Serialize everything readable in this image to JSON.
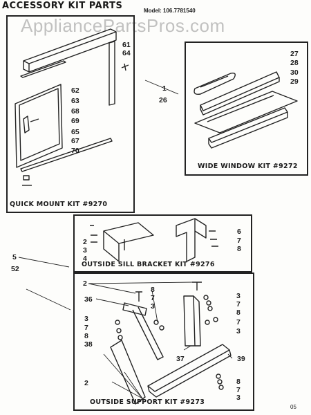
{
  "header": {
    "title": "ACCESSORY KIT PARTS",
    "model": "Model: 106.7781540",
    "watermark": "AppliancePartsPros.com"
  },
  "kits": {
    "quick_mount": "QUICK MOUNT KIT #9270",
    "wide_window": "WIDE WINDOW KIT #9272",
    "sill_bracket": "OUTSIDE SILL BRACKET KIT #9276",
    "support": "OUTSIDE SUPPORT KIT #9273"
  },
  "callouts": {
    "quick_mount": [
      "61",
      "64",
      "62",
      "63",
      "68",
      "69",
      "65",
      "67",
      "70"
    ],
    "wide_window": [
      "27",
      "28",
      "30",
      "29"
    ],
    "external": [
      "1",
      "26",
      "5",
      "52"
    ],
    "sill_bracket": [
      "2",
      "3",
      "4",
      "6",
      "7",
      "8"
    ],
    "support": [
      "2",
      "36",
      "3",
      "7",
      "8",
      "38",
      "8",
      "7",
      "3",
      "3",
      "7",
      "8",
      "7",
      "3",
      "37",
      "39",
      "2",
      "8",
      "7",
      "3"
    ]
  },
  "footer": {
    "code": "05"
  }
}
